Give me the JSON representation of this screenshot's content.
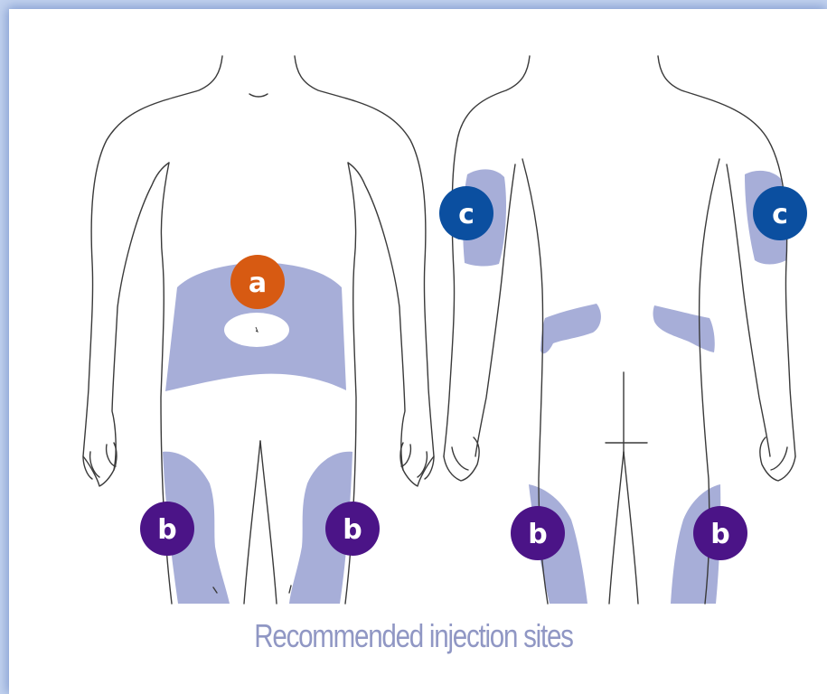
{
  "caption": "Recommended injection sites",
  "labels": {
    "abdomen": "a",
    "thigh": "b",
    "arm": "c"
  },
  "colors": {
    "zone": "#a7aed8",
    "badge_a": "#d75a12",
    "badge_b": "#4b1487",
    "badge_c": "#0b4fa0",
    "outline": "#3a3a3a"
  }
}
